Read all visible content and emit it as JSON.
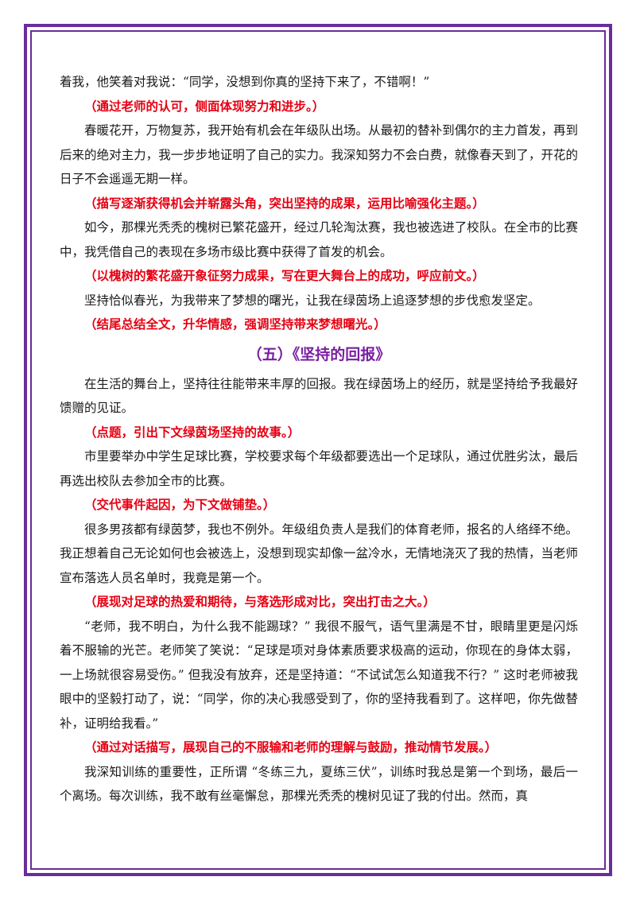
{
  "blocks": [
    {
      "type": "first",
      "text": "着我，他笑着对我说：“同学，没想到你真的坚持下来了，不错啊！”"
    },
    {
      "type": "note",
      "text": "（通过老师的认可，侧面体现努力和进步。）"
    },
    {
      "type": "body",
      "text": "春暖花开，万物复苏，我开始有机会在年级队出场。从最初的替补到偶尔的主力首发，再到后来的绝对主力，我一步步地证明了自己的实力。我深知努力不会白费，就像春天到了，开花的日子不会遥遥无期一样。"
    },
    {
      "type": "note",
      "text": "（描写逐渐获得机会并崭露头角，突出坚持的成果，运用比喻强化主题。）"
    },
    {
      "type": "body",
      "text": "如今，那棵光秃秃的槐树已繁花盛开，经过几轮淘汰赛，我也被选进了校队。在全市的比赛中，我凭借自己的表现在多场市级比赛中获得了首发的机会。"
    },
    {
      "type": "note",
      "text": "（以槐树的繁花盛开象征努力成果，写在更大舞台上的成功，呼应前文。）"
    },
    {
      "type": "body",
      "text": "坚持恰似春光，为我带来了梦想的曙光，让我在绿茵场上追逐梦想的步伐愈发坚定。"
    },
    {
      "type": "note",
      "text": "（结尾总结全文，升华情感，强调坚持带来梦想曙光。）"
    },
    {
      "type": "heading",
      "text": "（五）《坚持的回报》"
    },
    {
      "type": "body",
      "text": "在生活的舞台上，坚持往往能带来丰厚的回报。我在绿茵场上的经历，就是坚持给予我最好馈赠的见证。"
    },
    {
      "type": "note",
      "text": "（点题，引出下文绿茵场坚持的故事。）"
    },
    {
      "type": "body",
      "text": "市里要举办中学生足球比赛，学校要求每个年级都要选出一个足球队，通过优胜劣汰，最后再选出校队去参加全市的比赛。"
    },
    {
      "type": "note",
      "text": "（交代事件起因，为下文做铺垫。）"
    },
    {
      "type": "body",
      "text": "很多男孩都有绿茵梦，我也不例外。年级组负责人是我们的体育老师，报名的人络绎不绝。我正想着自己无论如何也会被选上，没想到现实却像一盆冷水，无情地浇灭了我的热情，当老师宣布落选人员名单时，我竟是第一个。"
    },
    {
      "type": "note",
      "text": "（展现对足球的热爱和期待，与落选形成对比，突出打击之大。）"
    },
    {
      "type": "body",
      "text": "“老师，我不明白，为什么我不能踢球？” 我很不服气，语气里满是不甘，眼睛里更是闪烁着不服输的光芒。老师笑了笑说：“足球是项对身体素质要求极高的运动，你现在的身体太弱，一上场就很容易受伤。” 但我没有放弃，还是坚持道：“不试试怎么知道我不行？” 这时老师被我眼中的坚毅打动了，说：“同学，你的决心我感受到了，你的坚持我看到了。这样吧，你先做替补，证明给我看。”"
    },
    {
      "type": "note",
      "text": "（通过对话描写，展现自己的不服输和老师的理解与鼓励，推动情节发展。）"
    },
    {
      "type": "body",
      "text": "我深知训练的重要性，正所谓 “冬练三九，夏练三伏”，训练时我总是第一个到场，最后一个离场。每次训练，我不敢有丝毫懈怠，那棵光秃秃的槐树见证了我的付出。然而，真"
    }
  ]
}
